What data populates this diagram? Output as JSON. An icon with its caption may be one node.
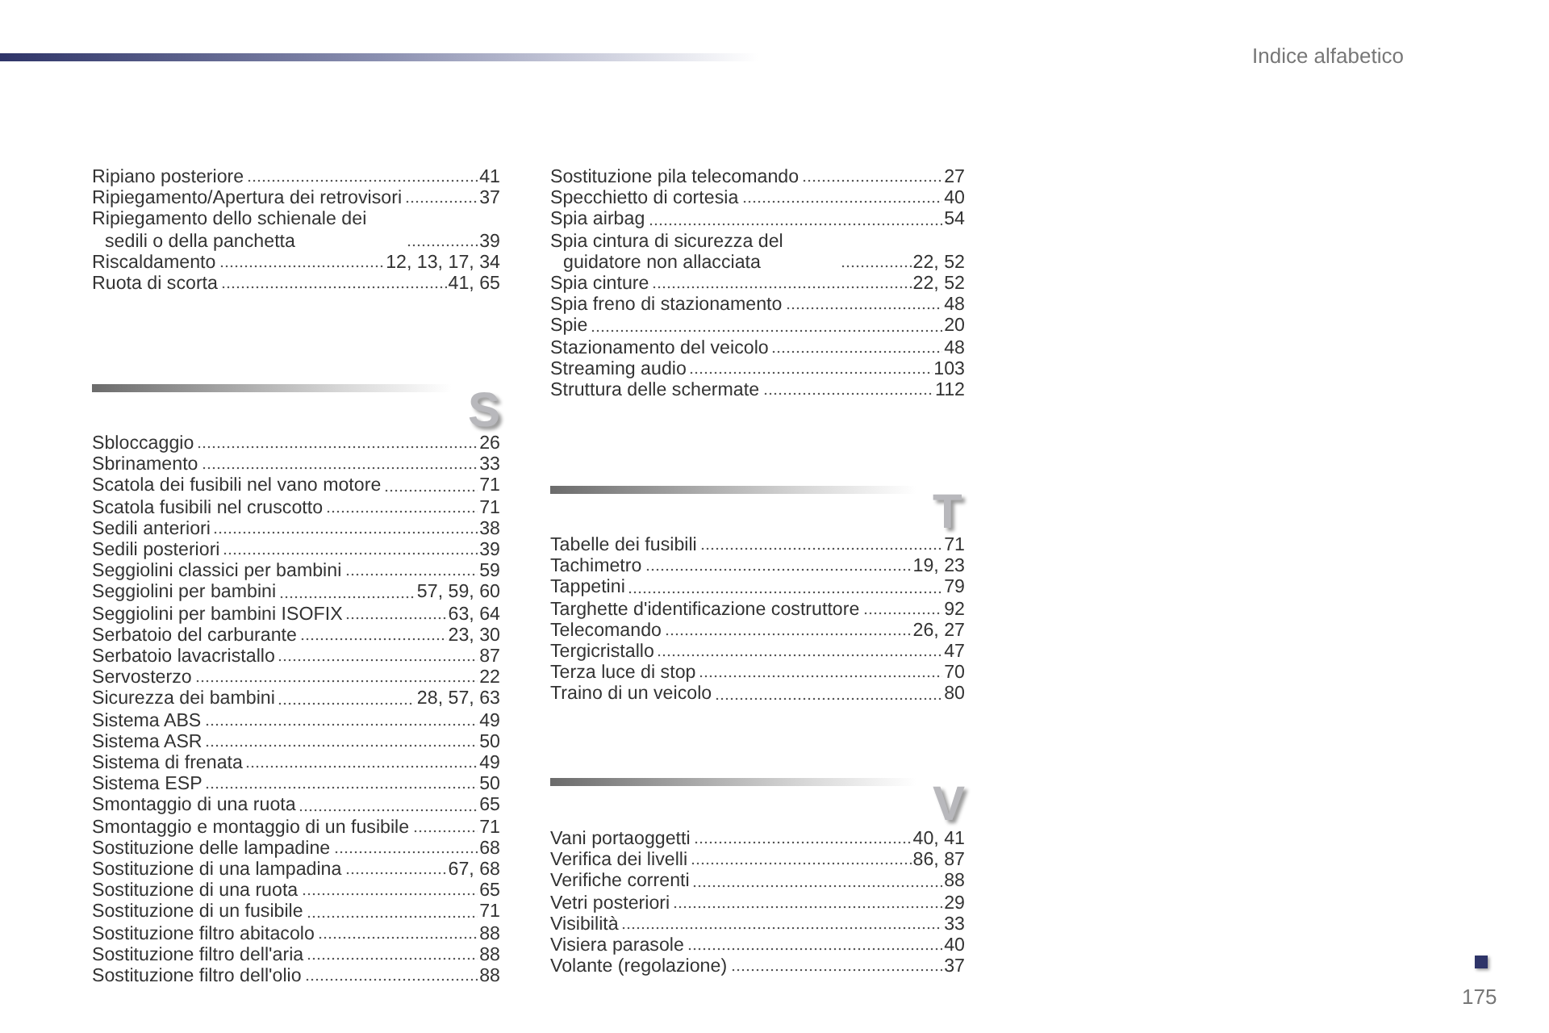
{
  "diagram": {
    "title": "Indice alfabetico",
    "labels": [
      "Ripiano posteriore",
      "41",
      "Ripiegamento/Apertura dei retrovisori",
      "37",
      "Ripiegamento dello schienale dei sedili o della panchetta",
      "39",
      "Riscaldamento",
      "12, 13, 17, 34",
      "Ruota di scorta",
      "41, 65",
      "S",
      "Sbloccaggio",
      "26",
      "Sbrinamento",
      "33",
      "Scatola dei fusibili nel vano motore",
      "71",
      "Scatola fusibili nel cruscotto",
      "71",
      "Sedili anteriori",
      "38",
      "Sedili posteriori",
      "39",
      "Seggiolini classici per bambini",
      "59",
      "Seggiolini per bambini",
      "57, 59, 60",
      "Seggiolini per bambini ISOFIX",
      "63, 64",
      "Serbatoio del carburante",
      "23, 30",
      "Serbatoio lavacristallo",
      "87",
      "Servosterzo",
      "22",
      "Sicurezza dei bambini",
      "28, 57, 63",
      "Sistema ABS",
      "49",
      "Sistema ASR",
      "50",
      "Sistema di frenata",
      "49",
      "Sistema ESP",
      "50",
      "Smontaggio di una ruota",
      "65",
      "Smontaggio e montaggio di un fusibile",
      "71",
      "Sostituzione delle lampadine",
      "68",
      "Sostituzione di una lampadina",
      "67, 68",
      "Sostituzione di una ruota",
      "65",
      "Sostituzione di un fusibile",
      "71",
      "Sostituzione filtro abitacolo",
      "88",
      "Sostituzione filtro dell'aria",
      "88",
      "Sostituzione filtro dell'olio",
      "88",
      "Sostituzione pila telecomando",
      "27",
      "Specchietto di cortesia",
      "40",
      "Spia airbag",
      "54",
      "Spia cintura di sicurezza del guidatore non allacciata",
      "22, 52",
      "Spia cinture",
      "22, 52",
      "Spia freno di stazionamento",
      "48",
      "Spie",
      "20",
      "Stazionamento del veicolo",
      "48",
      "Streaming audio",
      "103",
      "Struttura delle schermate",
      "112",
      "T",
      "Tabelle dei fusibili",
      "71",
      "Tachimetro",
      "19, 23",
      "Tappetini",
      "79",
      "Targhette d'identificazione costruttore",
      "92",
      "Telecomando",
      "26, 27",
      "Tergicristallo",
      "47",
      "Terza luce di stop",
      "70",
      "Traino di un veicolo",
      "80",
      "V",
      "Vani portaoggetti",
      "40, 41",
      "Verifica dei livelli",
      "86, 87",
      "Verifiche correnti",
      "88",
      "Vetri posteriori",
      "29",
      "Visibilità",
      "33",
      "Visiera parasole",
      "40",
      "Volante (regolazione)",
      "37",
      "175"
    ]
  }
}
